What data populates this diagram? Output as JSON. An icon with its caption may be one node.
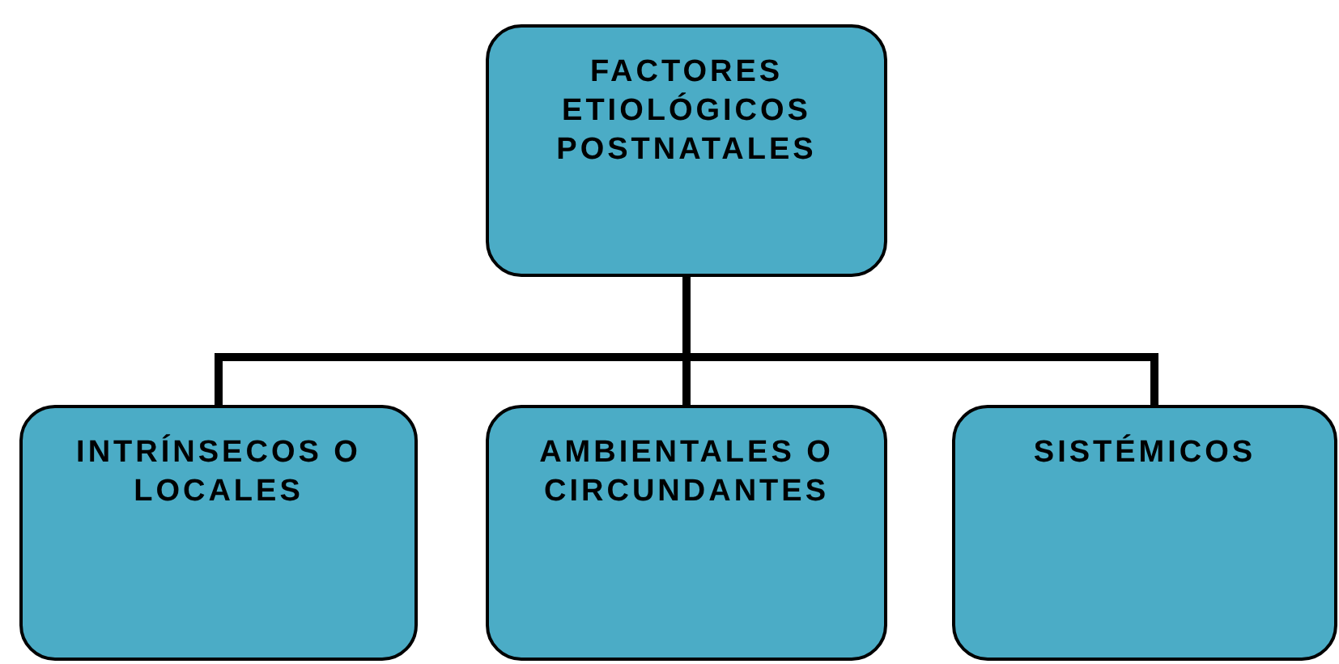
{
  "diagram": {
    "nodes": [
      {
        "text": [
          "FACTORES ETIOLÓGICOS POSTNATALES"
        ]
      },
      {
        "text": [
          "INTRÍNSECOS O LOCALES"
        ]
      },
      {
        "text": [
          "AMBIENTALES O CIRCUNDANTES"
        ]
      },
      {
        "text": [
          "SISTÉMICOS"
        ]
      }
    ],
    "edges": [
      {
        "from": 0,
        "to": 1,
        "arrow": "none"
      },
      {
        "from": 0,
        "to": 2,
        "arrow": "none"
      },
      {
        "from": 0,
        "to": 3,
        "arrow": "none"
      }
    ]
  }
}
